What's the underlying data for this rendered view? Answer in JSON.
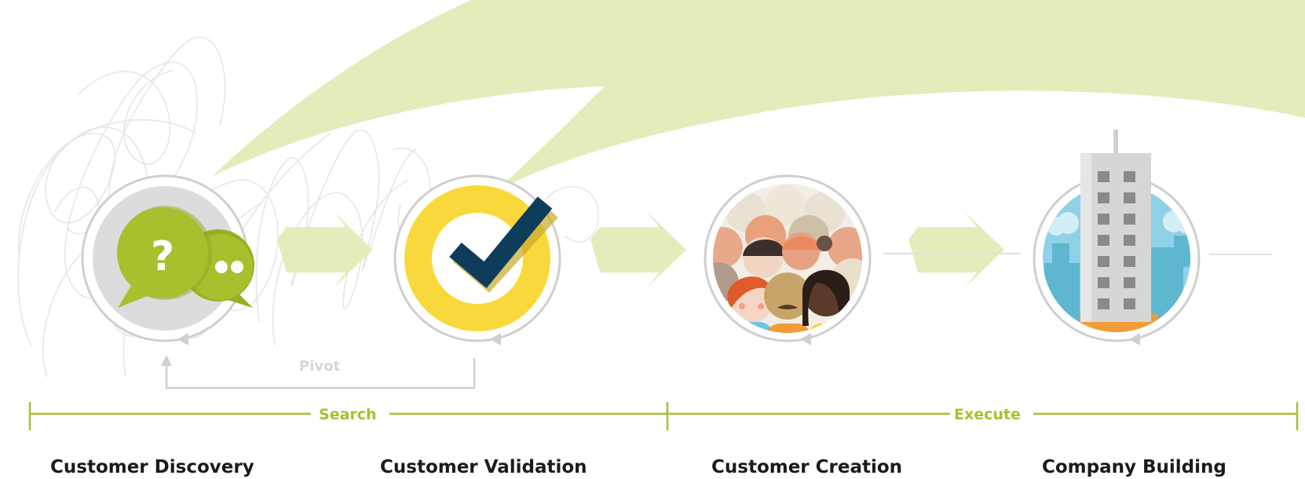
{
  "stages": [
    {
      "label": "Customer Discovery",
      "icon": "speech-bubbles-icon"
    },
    {
      "label": "Customer Validation",
      "icon": "checkmark-icon"
    },
    {
      "label": "Customer Creation",
      "icon": "crowd-icon"
    },
    {
      "label": "Company Building",
      "icon": "building-icon"
    }
  ],
  "phases": {
    "search": "Search",
    "execute": "Execute"
  },
  "pivot": "Pivot",
  "question_mark": "?",
  "colors": {
    "accent_green": "#a9bf2e",
    "light_green": "#e3ecbb",
    "yellow": "#f9d83b",
    "navy": "#0e3d5c",
    "grey_ring": "#cfcfcf",
    "sky": "#8fd2e8",
    "label": "#1b1b1b"
  }
}
